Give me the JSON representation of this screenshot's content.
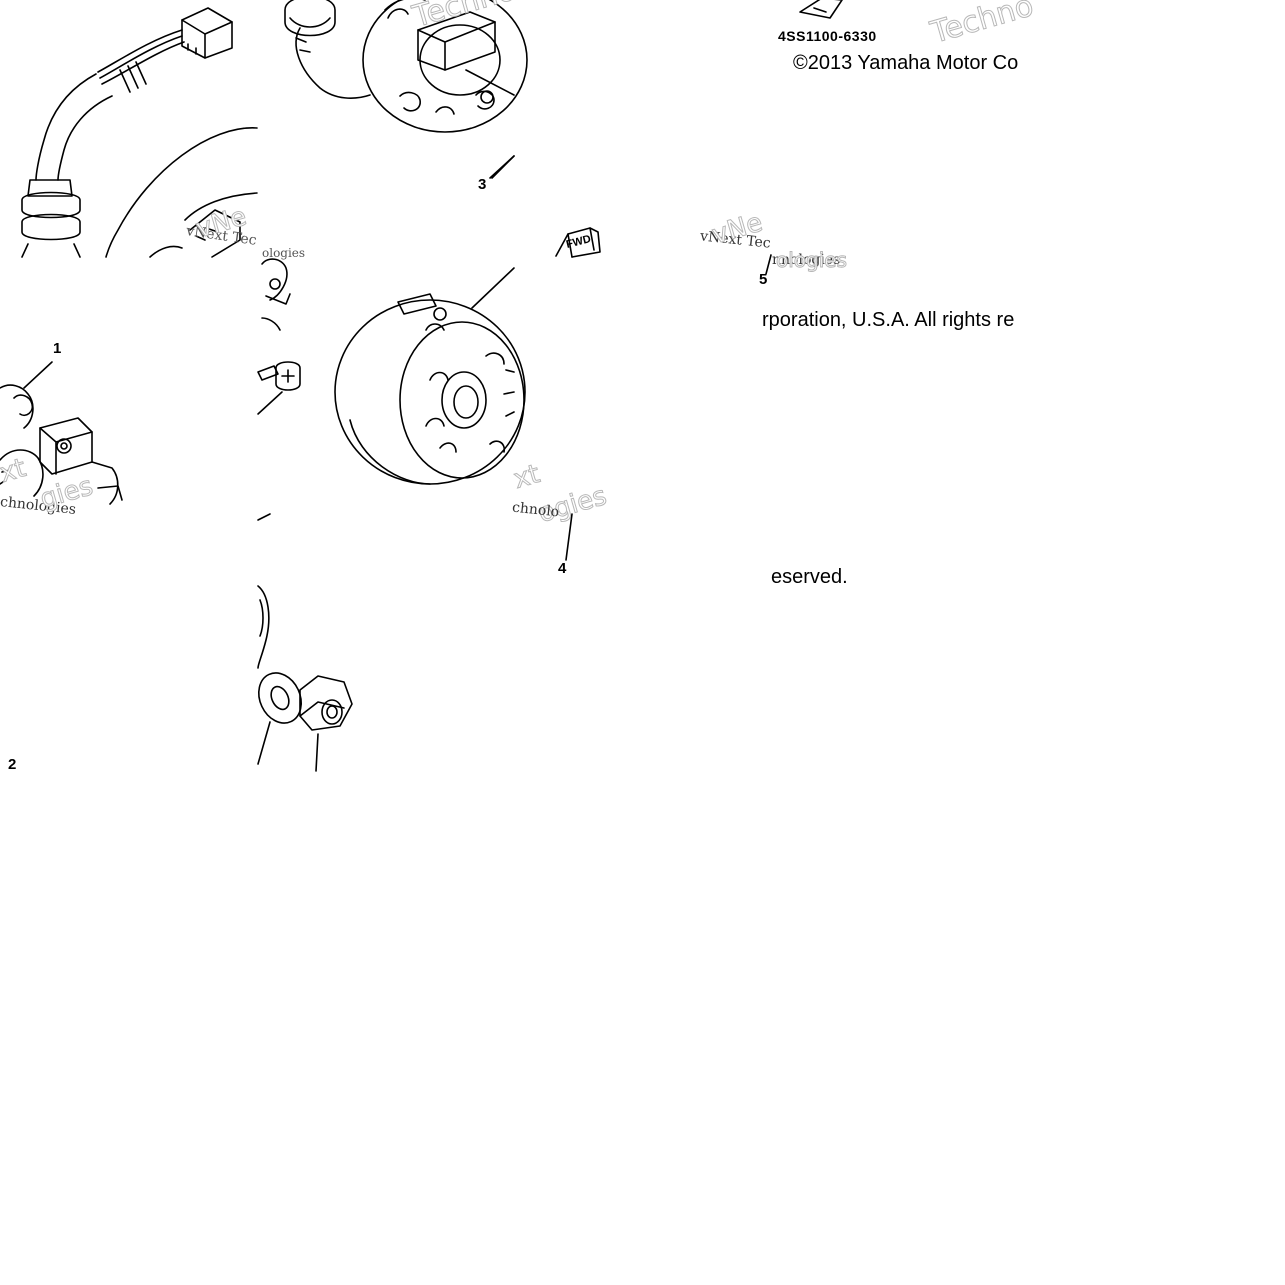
{
  "diagram": {
    "part_code": "4SS1100-6330",
    "copyright_line_1": "©2013 Yamaha Motor Co",
    "copyright_line_2": "rporation, U.S.A. All rights re",
    "copyright_line_3": "eserved.",
    "fwd_label": "FWD",
    "callouts": {
      "c1": "1",
      "c2": "2",
      "c3": "3",
      "c4": "4",
      "c5": "5"
    },
    "watermarks": {
      "w1": "Techno",
      "w2": "Techno",
      "w3": "vNext Tec",
      "w4": "ologies",
      "w5": "vNext Tec",
      "w6": "nnologies",
      "w7": "vNe",
      "w8": "ologies",
      "w9": "xt",
      "w10": "chnologies",
      "w11": "gies",
      "w12": "xt",
      "w13": "ogies",
      "w14": "chnolo"
    }
  }
}
